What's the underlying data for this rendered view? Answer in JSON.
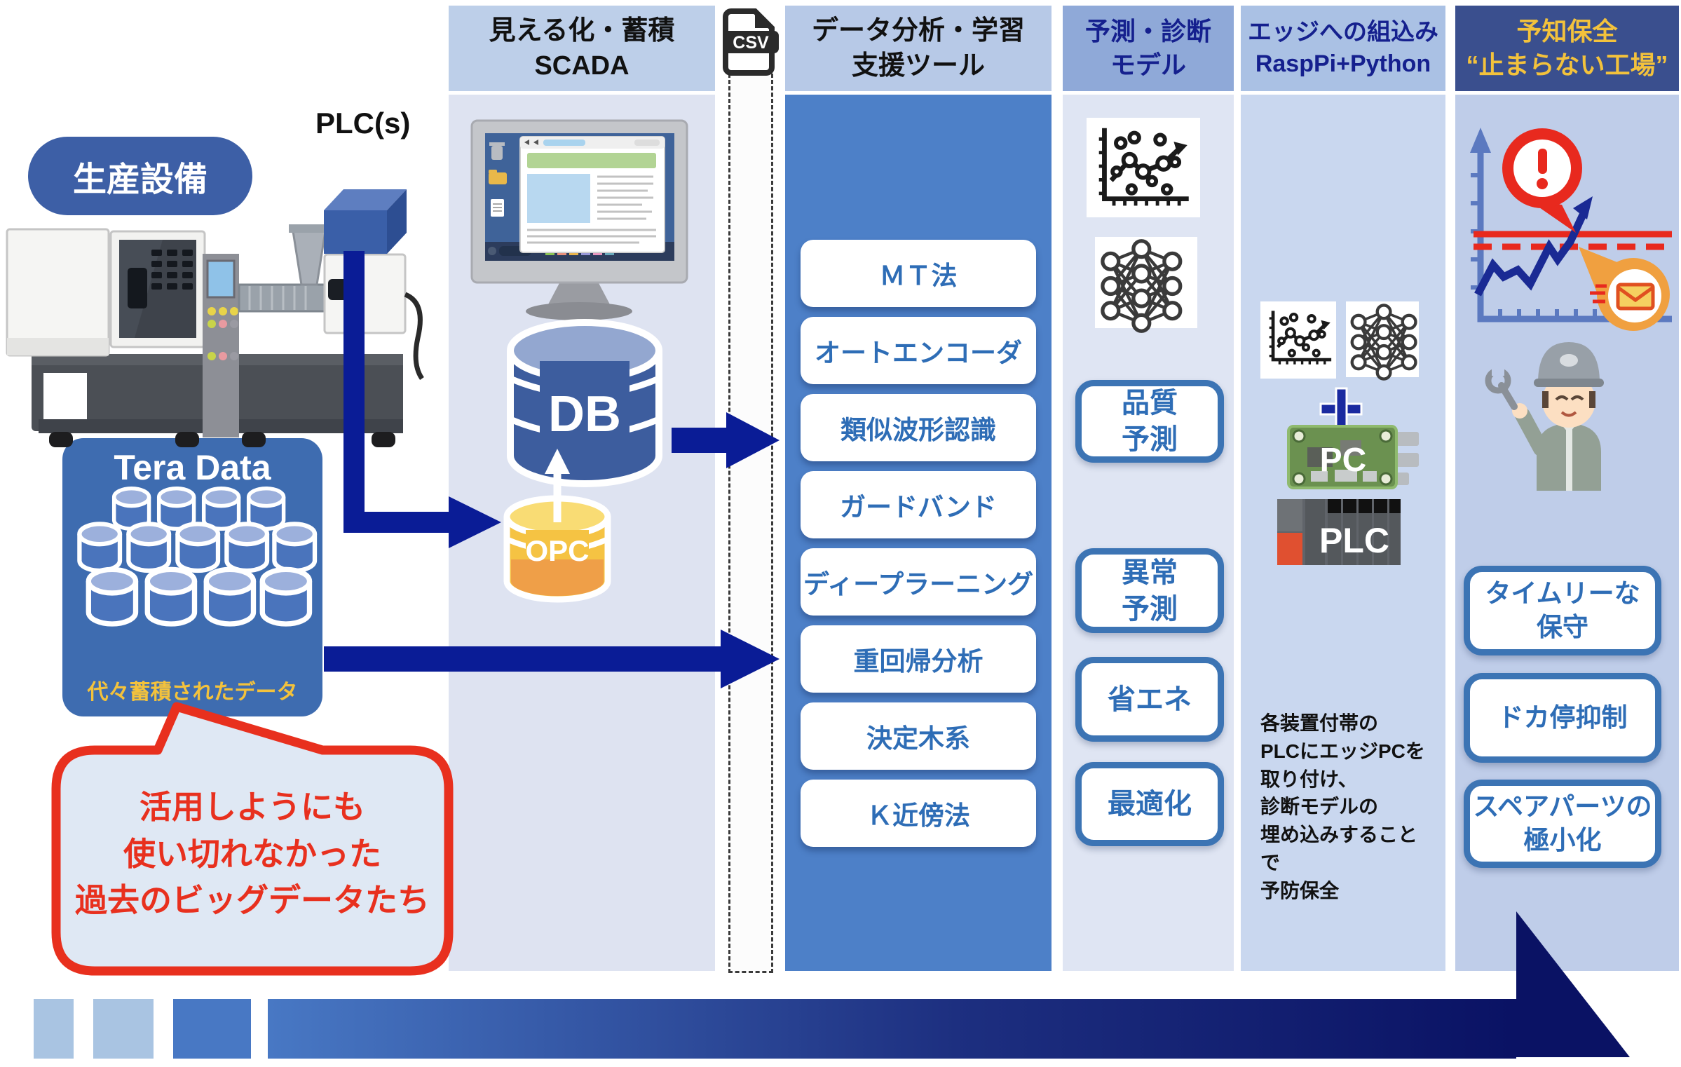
{
  "headers": {
    "scada": {
      "line1": "見える化・蓄積",
      "line2": "SCADA"
    },
    "analysis": {
      "line1": "データ分析・学習",
      "line2": "支援ツール"
    },
    "prediction": {
      "line1": "予測・診断",
      "line2": "モデル"
    },
    "edge": {
      "line1": "エッジへの組込み",
      "line2": "RaspPi+Python"
    },
    "maintenance": {
      "line1": "予知保全",
      "line2": "“止まらない工場”"
    }
  },
  "left": {
    "equipment_label": "生産設備",
    "plc_label": "PLC(s)",
    "tera_data_title": "Tera Data",
    "tera_data_caption": "代々蓄積されたデータ",
    "bubble": {
      "line1": "活用しようにも",
      "line2": "使い切れなかった",
      "line3": "過去のビッグデータたち"
    }
  },
  "scada_column": {
    "db_label": "DB",
    "opc_label": "OPC"
  },
  "csv_label": "CSV",
  "analysis_methods": [
    "ＭＴ法",
    "オートエンコーダ",
    "類似波形認識",
    "ガードバンド",
    "ディープラーニング",
    "重回帰分析",
    "決定木系",
    "Ｋ近傍法"
  ],
  "prediction_items": [
    {
      "line1": "品質",
      "line2": "予測"
    },
    {
      "line1": "異常",
      "line2": "予測"
    },
    {
      "line1": "省エネ",
      "line2": ""
    },
    {
      "line1": "最適化",
      "line2": ""
    }
  ],
  "edge_column": {
    "pc_label": "PC",
    "plc_label": "PLC",
    "note_line1": "各装置付帯の",
    "note_line2": "PLCにエッジPCを",
    "note_line3": "取り付け、",
    "note_line4": "診断モデルの",
    "note_line5": "埋め込みすることで",
    "note_line6": "予防保全"
  },
  "maintenance_items": [
    {
      "line1": "タイムリーな",
      "line2": "保守"
    },
    {
      "line1": "ドカ停抑制",
      "line2": ""
    },
    {
      "line1": "スペアパーツの",
      "line2": "極小化"
    }
  ],
  "colors": {
    "arrow_navy": "#0a1c96",
    "accent_red": "#e8301e",
    "column_blue": "#4d80c8",
    "header_dark": "#3a4f8e",
    "highlight_yellow": "#f3c23c",
    "tera_blue": "#3e6cb0",
    "button_text_blue": "#2e6db6"
  }
}
